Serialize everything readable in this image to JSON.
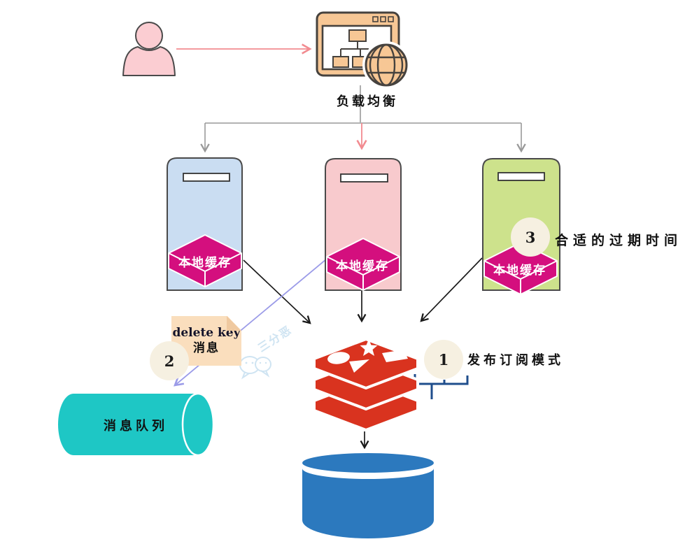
{
  "load_balancer": {
    "label": "负载均衡"
  },
  "servers": [
    {
      "id": "server-blue",
      "cache_label": "本地缓存"
    },
    {
      "id": "server-pink",
      "cache_label": "本地缓存"
    },
    {
      "id": "server-green",
      "cache_label": "本地缓存"
    }
  ],
  "steps": [
    {
      "number": "1",
      "label": "发布订阅模式"
    },
    {
      "number": "2"
    },
    {
      "number": "3",
      "label": "合适的过期时间"
    }
  ],
  "note": {
    "line1": "delete key",
    "line2": "消息"
  },
  "message_queue": {
    "label": "消息队列"
  },
  "watermark": {
    "text": "三分恶"
  },
  "icons": {
    "user": "person-icon",
    "load_balancer": "browser-globe-icon",
    "cache": "cache-box-icon",
    "redis": "redis-icon",
    "message_queue": "cylinder-horizontal-icon",
    "database": "database-cylinder-icon",
    "watermark": "wechat-icon"
  },
  "colors": {
    "person_fill": "#FBCDD2",
    "lb_orange": "#F7C795",
    "server_blue": "#CADDF2",
    "server_pink": "#F8CACD",
    "server_green": "#CDE28C",
    "cache_magenta": "#D40F7E",
    "note_peach": "#FADEBD",
    "circle_cream": "#F6F0E1",
    "mq_teal": "#1EC7C5",
    "db_blue": "#2C79BE",
    "redis_red": "#D9331F",
    "arrow_pink": "#F28B90",
    "arrow_gray": "#999999",
    "arrow_purple": "#9B9BE8",
    "bracket_blue": "#1F4E8C",
    "outline_dark": "#46423E"
  }
}
